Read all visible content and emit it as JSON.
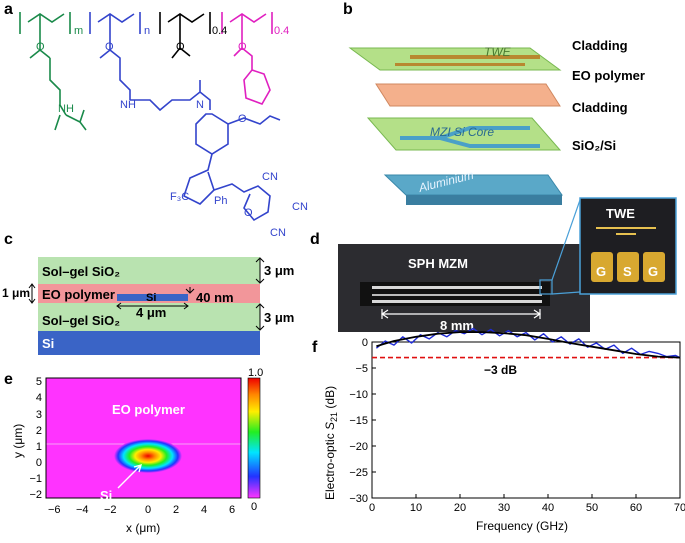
{
  "panels": {
    "a": {
      "label": "a",
      "chem": {
        "sub_m": "m",
        "sub_n": "n",
        "sub_04a": "0.4",
        "sub_04b": "0.4",
        "cn1": "CN",
        "cn2": "CN",
        "cn3": "CN",
        "ph": "Ph",
        "cf3": "F₃C",
        "o": "O",
        "n": "N",
        "nh": "NH"
      }
    },
    "b": {
      "label": "b",
      "layers": [
        "Cladding",
        "EO polymer",
        "Cladding",
        "SiO₂/Si"
      ],
      "etched": {
        "twe": "TWE",
        "mzi": "MZI Si Core",
        "al": "Aluminium"
      }
    },
    "c": {
      "label": "c",
      "layers": [
        "Sol–gel SiO₂",
        "EO polymer",
        "Sol–gel SiO₂",
        "Si"
      ],
      "core": "Si",
      "dims": {
        "top": "3 μm",
        "gap": "40 nm",
        "bottom": "3 μm",
        "width": "4 μm",
        "poly": "1 μm"
      }
    },
    "d": {
      "label": "d",
      "device": "SPH MZM",
      "length": "8 mm",
      "inset": {
        "title": "TWE",
        "pads": [
          "G",
          "S",
          "G"
        ]
      }
    },
    "e": {
      "label": "e",
      "region": "EO polymer",
      "core": "Si",
      "xlabel": "x (μm)",
      "ylabel": "y (μm)",
      "xticks": [
        "−6",
        "−4",
        "−2",
        "0",
        "2",
        "4",
        "6"
      ],
      "yticks": [
        "5",
        "4",
        "3",
        "2",
        "1",
        "0",
        "−1",
        "−2"
      ],
      "colorbar": {
        "max": "1.0",
        "min": "0"
      }
    },
    "f": {
      "label": "f",
      "annotation": "−3 dB"
    }
  },
  "chart_data": {
    "type": "line",
    "xlabel": "Frequency (GHz)",
    "ylabel": "Electro-optic S21 (dB)",
    "xlim": [
      0,
      70
    ],
    "ylim": [
      -30,
      0
    ],
    "xticks": [
      0,
      10,
      20,
      30,
      40,
      50,
      60,
      70
    ],
    "yticks": [
      0,
      -5,
      -10,
      -15,
      -20,
      -25,
      -30
    ],
    "reference_line": -3,
    "series": [
      {
        "color": "#1f2bd6",
        "x": [
          1,
          3,
          5,
          7,
          9,
          11,
          13,
          15,
          17,
          19,
          21,
          23,
          25,
          27,
          29,
          31,
          33,
          35,
          37,
          39,
          41,
          43,
          45,
          47,
          49,
          51,
          53,
          55,
          57,
          59,
          61,
          63,
          65,
          67,
          69,
          70
        ],
        "y": [
          -1.2,
          0.2,
          -0.6,
          1.0,
          -0.2,
          1.4,
          0.6,
          1.8,
          1.0,
          2.2,
          1.6,
          2.6,
          1.4,
          2.4,
          1.2,
          2.2,
          1.0,
          1.8,
          0.4,
          1.6,
          0.0,
          1.0,
          -0.4,
          0.6,
          -1.0,
          -0.2,
          -1.4,
          -0.6,
          -2.2,
          -1.2,
          -2.4,
          -1.8,
          -2.2,
          -2.8,
          -2.6,
          -3.0
        ]
      },
      {
        "color": "#000000",
        "x": [
          1,
          5,
          10,
          15,
          20,
          25,
          30,
          35,
          40,
          45,
          50,
          55,
          60,
          65,
          70
        ],
        "y": [
          -0.8,
          0.2,
          1.0,
          1.6,
          1.9,
          1.9,
          1.7,
          1.3,
          0.6,
          -0.2,
          -0.9,
          -1.6,
          -2.3,
          -2.8,
          -3.0
        ]
      }
    ]
  }
}
